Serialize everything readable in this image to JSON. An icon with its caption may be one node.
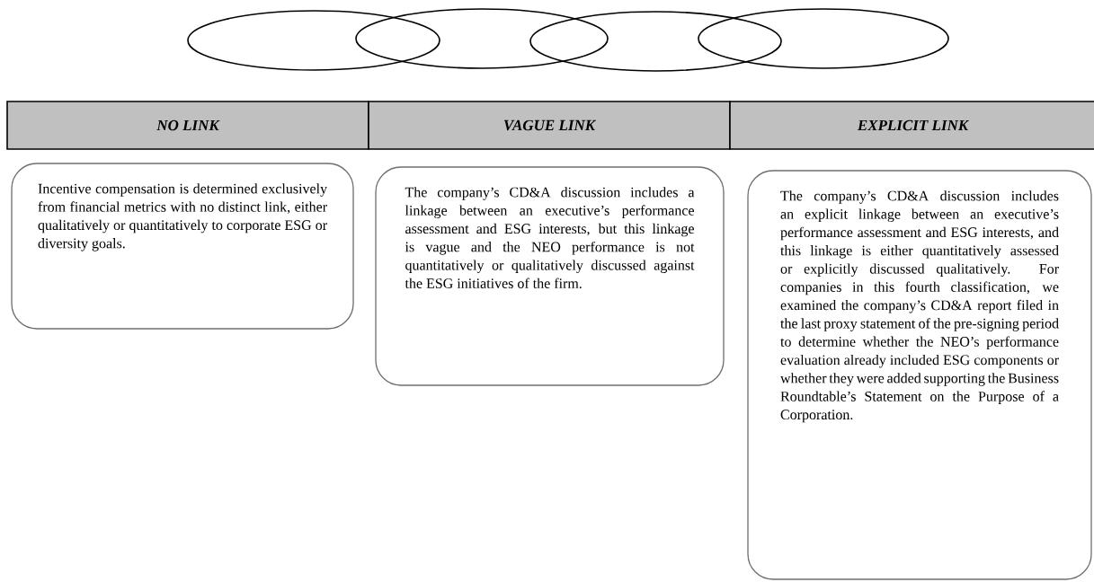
{
  "diagram": {
    "nodes": [
      {
        "text": [],
        "shape": "ellipse"
      },
      {
        "text": [],
        "shape": "ellipse"
      },
      {
        "text": [],
        "shape": "ellipse"
      },
      {
        "text": [],
        "shape": "ellipse"
      },
      {
        "text": [
          "NO LINK"
        ]
      },
      {
        "text": [
          "VAGUE LINK"
        ]
      },
      {
        "text": [
          "EXPLICIT LINK"
        ]
      },
      {
        "text": [
          "Incentive compensation is determined exclusively from financial metrics with no distinct link, either qualitatively or quantitatively to corporate ESG or diversity goals."
        ]
      },
      {
        "text": [
          "The company’s CD&A discussion includes a linkage between an executive’s performance assessment and ESG interests, but this linkage is vague and the NEO performance is not quantitatively or qualitatively discussed against the ESG initiatives of the firm."
        ]
      },
      {
        "text": [
          "The company’s CD&A discussion includes an explicit linkage between an executive’s performance assessment and ESG interests, and this linkage is either quantitatively assessed or explicitly discussed qualitatively. For companies in this fourth classification, we examined the company’s CD&A report filed in the last proxy statement of the pre-signing period to determine whether the NEO’s performance evaluation already included ESG components or whether they were added supporting the Business Roundtable’s Statement on the Purpose of a Corporation."
        ]
      }
    ]
  }
}
